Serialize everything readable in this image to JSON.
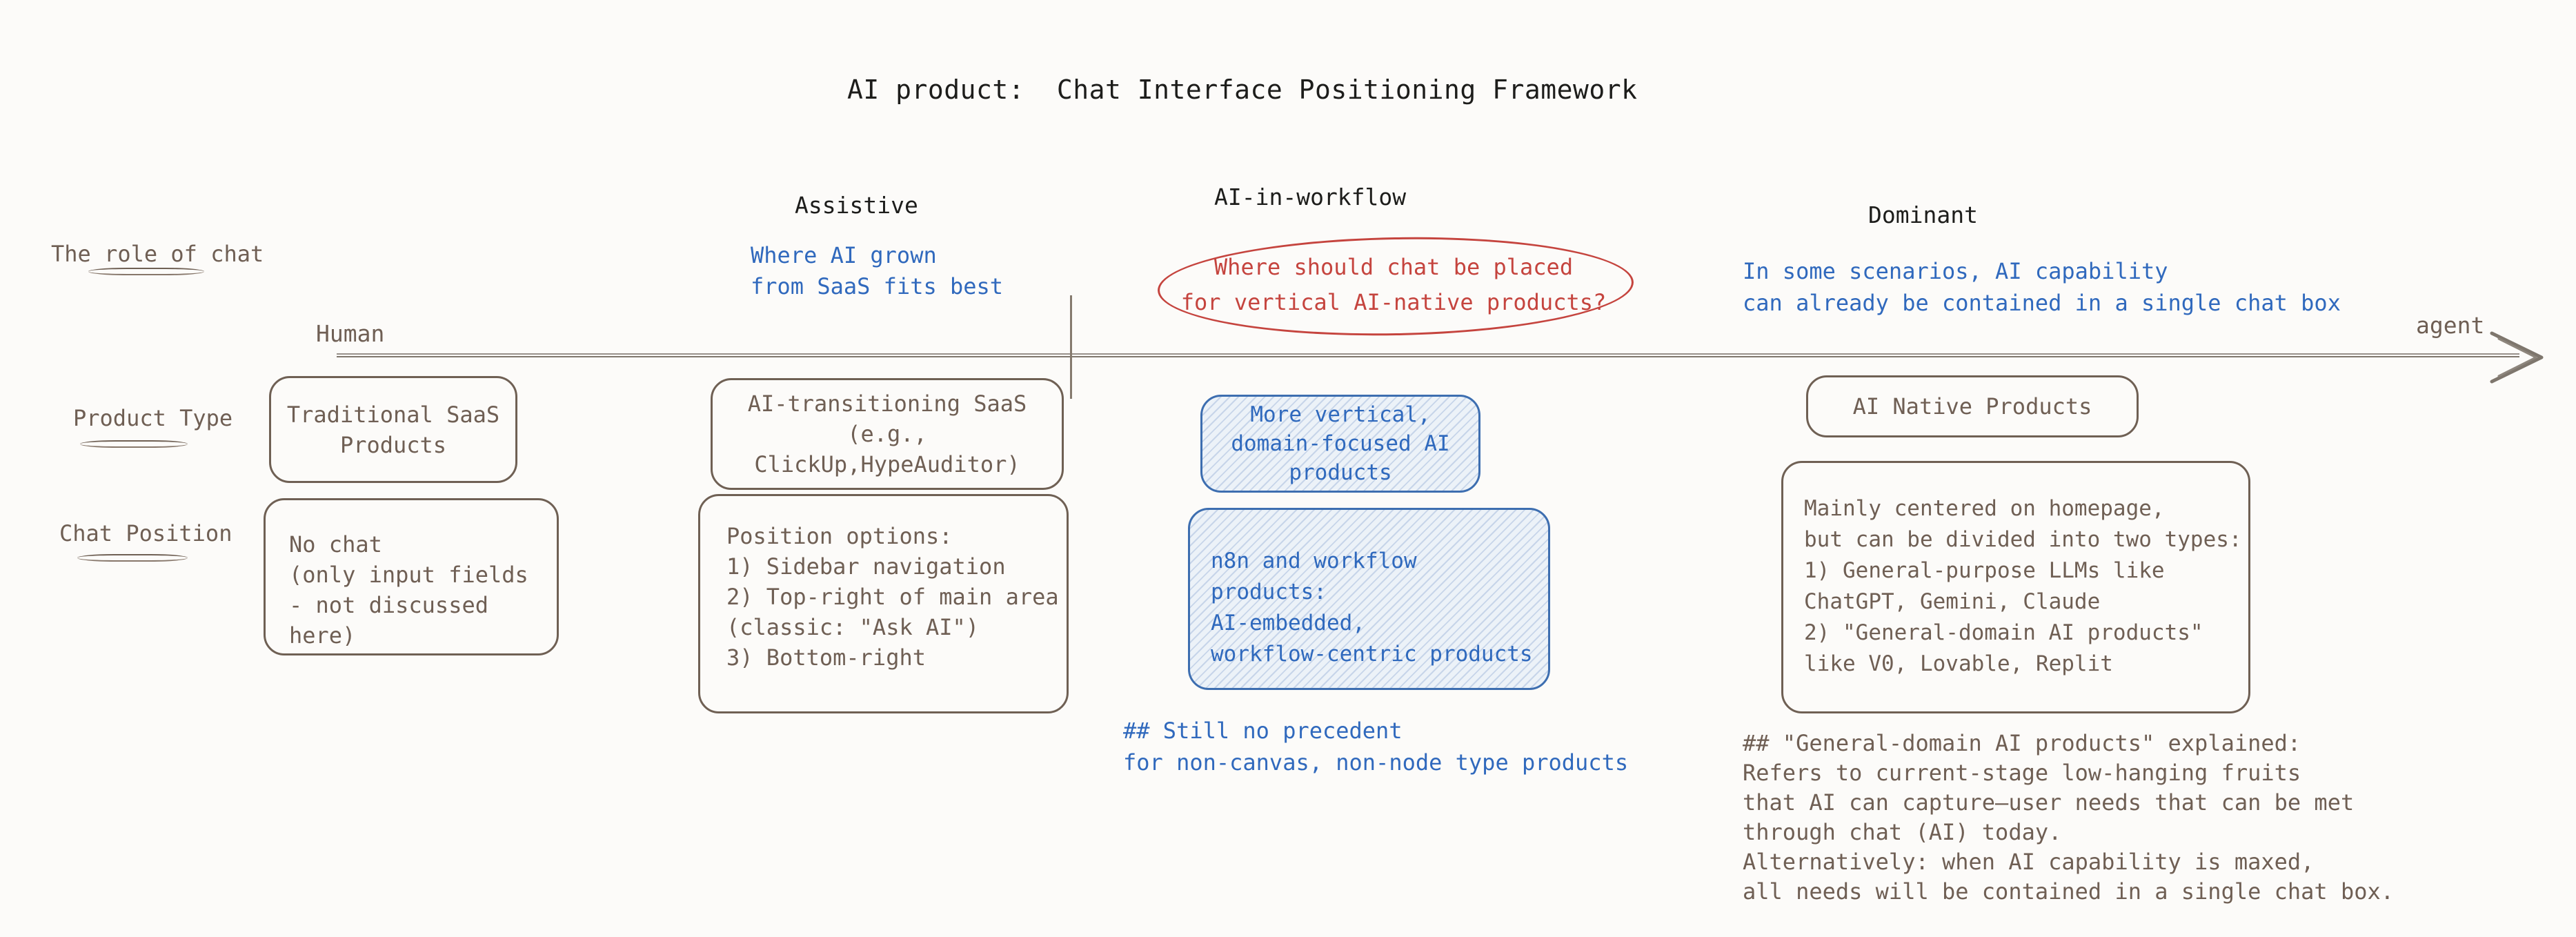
{
  "title": "AI product:  Chat Interface Positioning Framework",
  "row_labels": {
    "role_of_chat": "The role of chat",
    "product_type": "Product Type",
    "chat_position": "Chat Position"
  },
  "axis": {
    "start_label": "Human",
    "end_label": "agent"
  },
  "columns": {
    "human_end": {
      "product_box": "Traditional SaaS\nProducts",
      "chat_box": "No chat\n(only input fields\n- not discussed here)"
    },
    "assistive": {
      "header": "Assistive",
      "note": "Where AI grown\nfrom SaaS fits best",
      "product_box": "AI-transitioning SaaS\n(e.g.,\nClickUp,HypeAuditor)",
      "chat_box": "Position options:\n1) Sidebar navigation\n2) Top-right of main area\n(classic: \"Ask AI\")\n3) Bottom-right"
    },
    "ai_in_workflow": {
      "header": "AI-in-workflow",
      "question": "Where should chat be placed\nfor vertical AI-native products?",
      "product_box": "More vertical,\ndomain-focused AI\nproducts",
      "chat_box": "n8n and workflow products:\nAI-embedded,\nworkflow-centric products",
      "footnote": "## Still no precedent\nfor non-canvas, non-node type products"
    },
    "dominant": {
      "header": "Dominant",
      "note": "In some scenarios, AI capability\ncan already be contained in a single chat box",
      "product_box": "AI Native Products",
      "chat_box": "Mainly centered on homepage,\nbut can be divided into two types:\n1) General-purpose LLMs like\nChatGPT, Gemini, Claude\n2) \"General-domain AI products\"\nlike V0, Lovable, Replit",
      "footnote": "## \"General-domain AI products\" explained:\nRefers to current-stage low-hanging fruits\nthat AI can capture–user needs that can be met\nthrough chat (AI) today.\nAlternatively: when AI capability is maxed,\nall needs will be contained in a single chat box."
    }
  },
  "colors": {
    "ink_black": "#1d1d1b",
    "ink_brown": "#6f5f54",
    "ink_blue": "#3069bd",
    "ink_red": "#c5443e",
    "axis_gray": "#8d857c"
  }
}
